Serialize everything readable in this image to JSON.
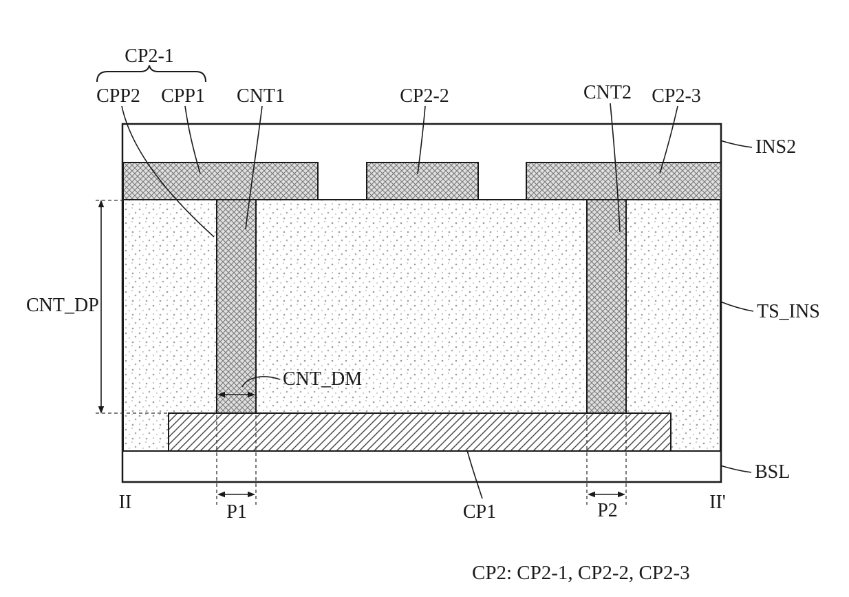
{
  "figure": {
    "caption": "CP2: CP2-1, CP2-2, CP2-3",
    "labels": {
      "cp2_1": "CP2-1",
      "cpp2": "CPP2",
      "cpp1": "CPP1",
      "cnt1": "CNT1",
      "cp2_2": "CP2-2",
      "cnt2": "CNT2",
      "cp2_3": "CP2-3",
      "ins2": "INS2",
      "ts_ins": "TS_INS",
      "cnt_dp": "CNT_DP",
      "cnt_dm": "CNT_DM",
      "bsl": "BSL",
      "cp1": "CP1",
      "p1": "P1",
      "p2": "P2",
      "section_left": "II",
      "section_right": "II'"
    },
    "colors": {
      "line": "#1a1a1a",
      "hatch_background": "#e0e0e0",
      "hatch_line": "#777777",
      "diagonal_hatch_line": "#4a4a4a",
      "dot_fill": "#a0a0a0",
      "background": "#ffffff"
    }
  }
}
